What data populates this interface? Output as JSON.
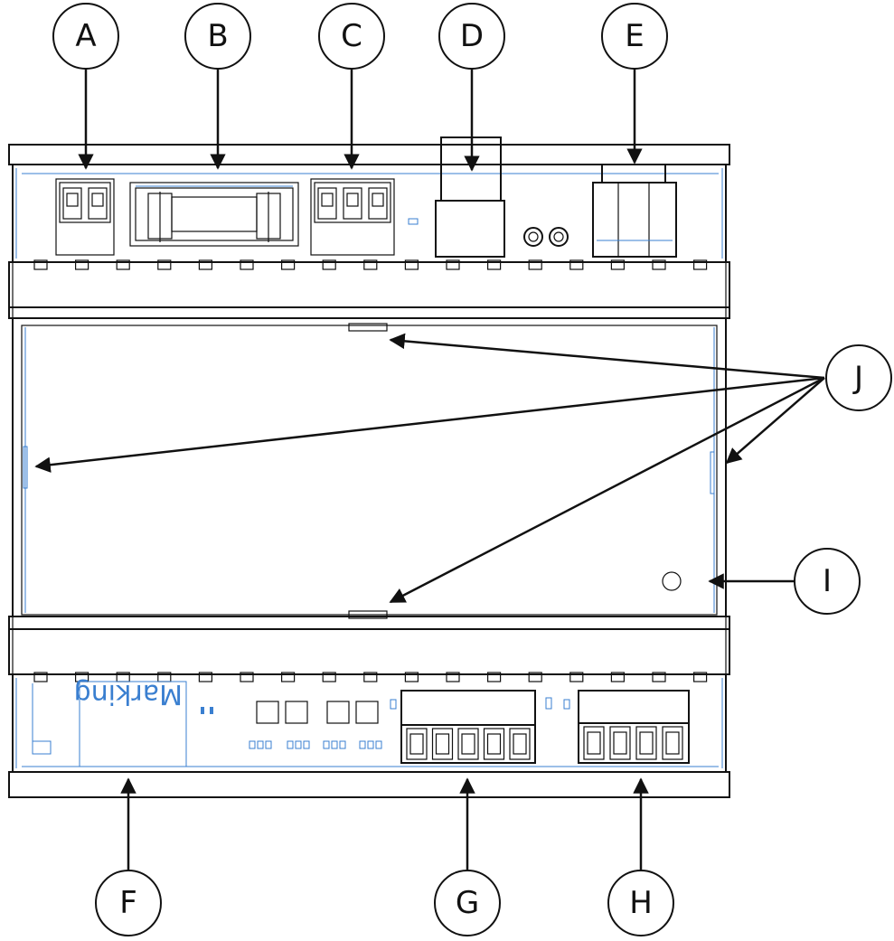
{
  "callouts": {
    "A": "A",
    "B": "B",
    "C": "C",
    "D": "D",
    "E": "E",
    "F": "F",
    "G": "G",
    "H": "H",
    "I": "I",
    "J": "J"
  },
  "label_marking": "Marking",
  "colors": {
    "outline": "#111111",
    "accent": "#3a7fd0",
    "background": "#ffffff"
  }
}
